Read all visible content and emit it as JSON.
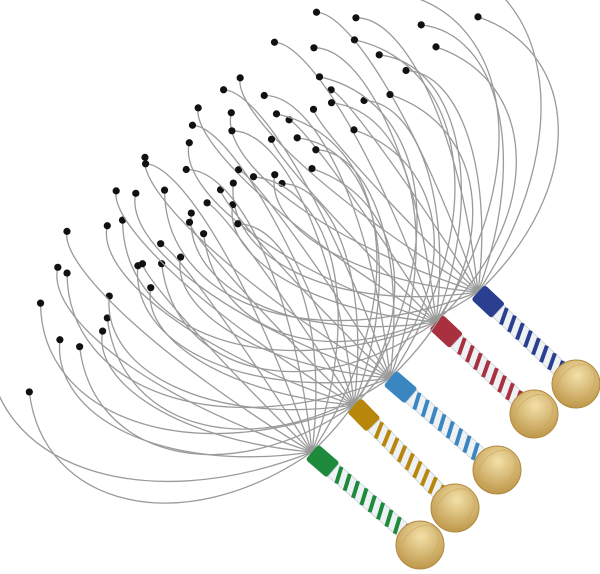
{
  "image": {
    "subject": "scalp-massagers",
    "background_color": "#ffffff",
    "wire_color": "#9a9a9a",
    "bead_color": "#111111",
    "wood_color": "#d9b870",
    "massagers": [
      {
        "name": "green",
        "band_color": "#1e8a3c"
      },
      {
        "name": "gold",
        "band_color": "#b8860b"
      },
      {
        "name": "blue",
        "band_color": "#3a86c0"
      },
      {
        "name": "red",
        "band_color": "#a8303f"
      },
      {
        "name": "navy",
        "band_color": "#2a3f8f"
      }
    ]
  }
}
